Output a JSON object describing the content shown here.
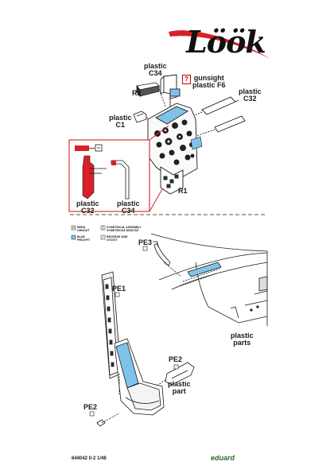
{
  "logo": {
    "text": "Löök",
    "accent": "#d92027"
  },
  "labels": {
    "plastic_c34_top": "plastic\nC34",
    "gunsight": "gunsight\nplastic F6",
    "r2": "R2",
    "plastic_c32_right": "plastic\nC32",
    "plastic_c1": "plastic\nC1",
    "r1": "R1",
    "plastic_c32_inset": "plastic\nC32",
    "plastic_c34_inset": "plastic\nC34",
    "pe3": "PE3",
    "pe1": "PE1",
    "plastic_parts": "plastic\nparts",
    "pe2_right": "PE2",
    "plastic_part": "plastic\npart",
    "pe2_left": "PE2"
  },
  "legend": [
    {
      "text": "BEND\nOHNOUT",
      "icon": "bend-icon"
    },
    {
      "text": "SYMETRICAL ASSEMBLY\nSYMETRICKÁ MONTÁŽ",
      "icon": "symmetry-icon"
    },
    {
      "text": "BLUE\nPŘILEPIT",
      "icon": "blue-square-icon"
    },
    {
      "text": "REVERSE SIDE\nOTOČIT",
      "icon": "reverse-side-icon"
    }
  ],
  "question_mark": "?",
  "footer": {
    "code": "644042 Il-2 1/48",
    "brand": "eduard"
  },
  "colors": {
    "red": "#d92027",
    "blue": "#7fc4e8",
    "ink": "#1a1a1a"
  }
}
